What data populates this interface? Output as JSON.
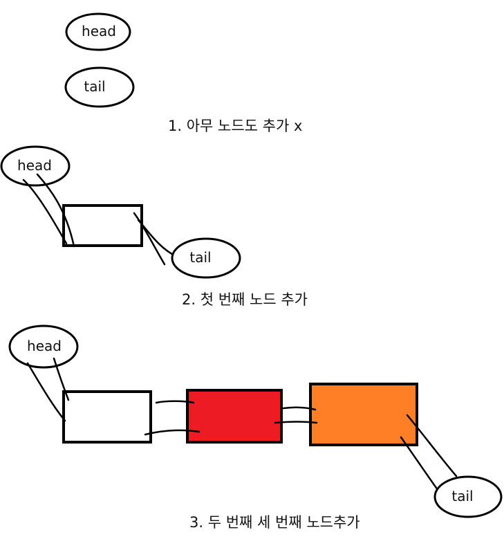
{
  "colors": {
    "stroke": "#000000",
    "background": "#ffffff",
    "node_white": "#ffffff",
    "node_red": "#ed1c24",
    "node_orange": "#ff7f27"
  },
  "stage1": {
    "head_label": "head",
    "tail_label": "tail",
    "caption": "1. 아무 노드도 추가 x"
  },
  "stage2": {
    "head_label": "head",
    "tail_label": "tail",
    "caption": "2. 첫 번째 노드 추가"
  },
  "stage3": {
    "head_label": "head",
    "tail_label": "tail",
    "caption": "3. 두 번째 세 번째 노드추가"
  }
}
